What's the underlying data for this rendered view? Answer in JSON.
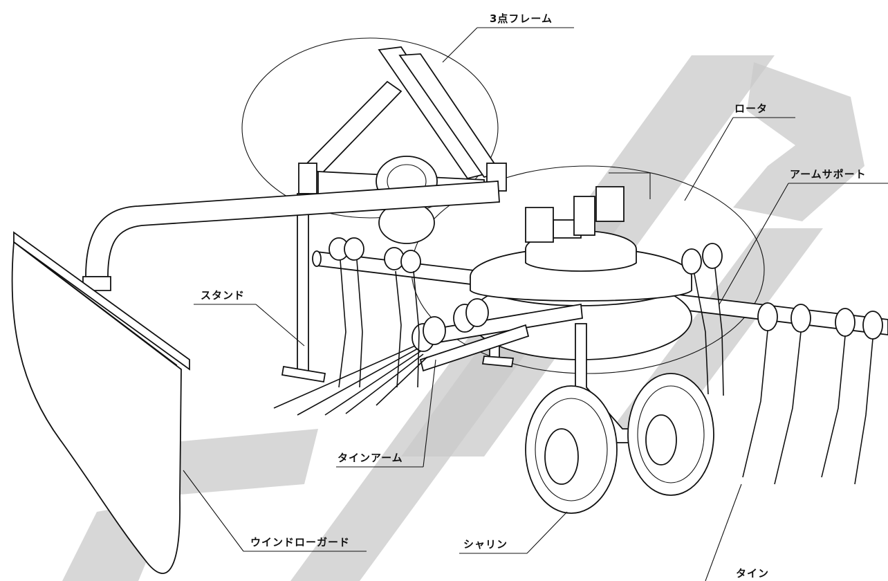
{
  "diagram": {
    "labels": {
      "three_point_frame": "3点フレーム",
      "rotor": "ロータ",
      "arm_support": "アームサポート",
      "stand": "スタンド",
      "tine_arm": "タインアーム",
      "windrow_guard": "ウインドローガード",
      "wheel": "シャリン",
      "tine": "タイン"
    }
  }
}
